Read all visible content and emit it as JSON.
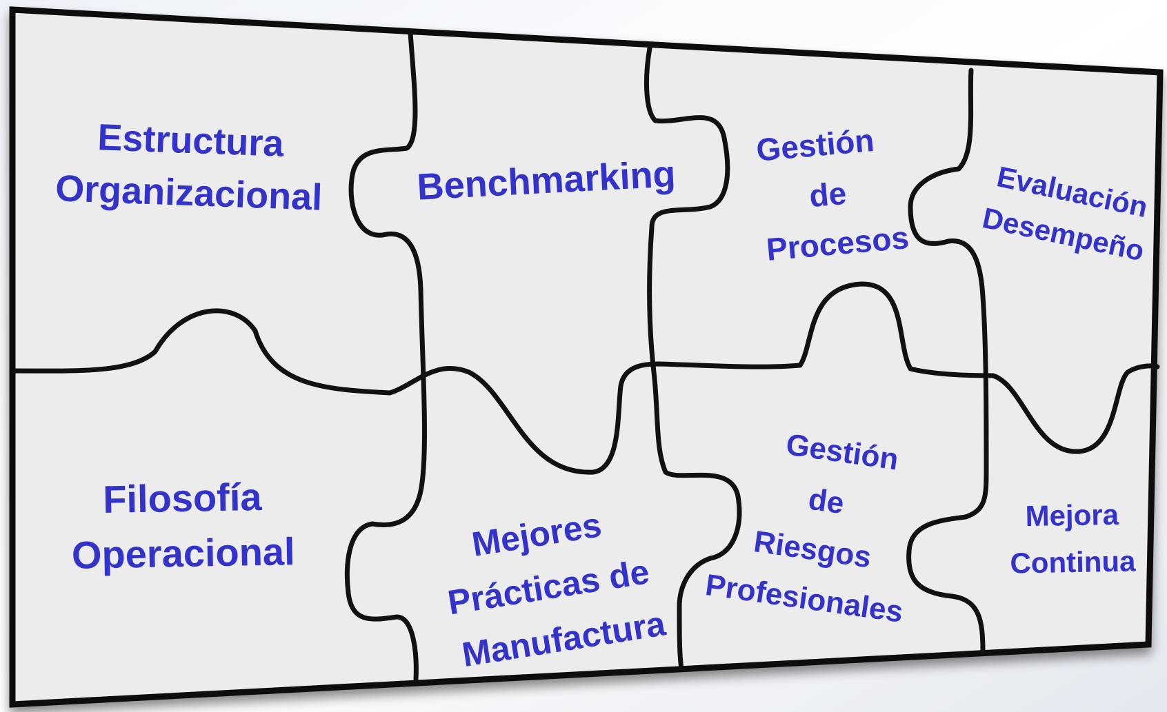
{
  "pieces": {
    "top_1": [
      "Estructura",
      "Organizacional"
    ],
    "top_2": [
      "Benchmarking"
    ],
    "top_3": [
      "Gestión",
      "de",
      "Procesos"
    ],
    "top_4": [
      "Evaluación",
      "Desempeño"
    ],
    "bottom_1": [
      "Filosofía",
      "Operacional"
    ],
    "bottom_2": [
      "Mejores",
      "Prácticas de",
      "Manufactura"
    ],
    "bottom_3": [
      "Gestión",
      "de",
      "Riesgos",
      "Profesionales"
    ],
    "bottom_4": [
      "Mejora",
      "Continua"
    ]
  },
  "colors": {
    "text": "#3333cc",
    "board": "#ececec",
    "outline": "#111111"
  }
}
